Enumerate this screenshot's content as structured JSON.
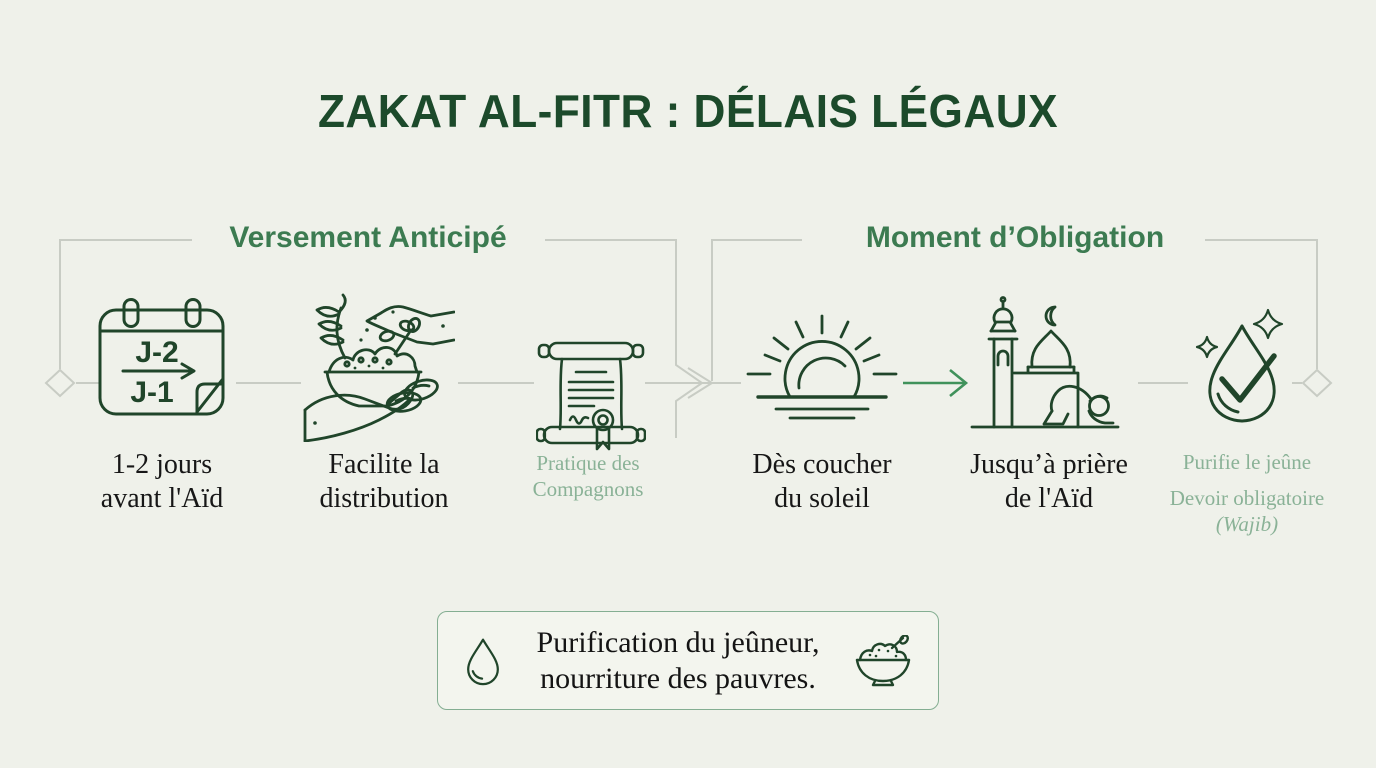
{
  "page": {
    "title": "ZAKAT AL-FITR : DÉLAIS LÉGAUX"
  },
  "colors": {
    "background": "#eff1ea",
    "title_green": "#1c4a2b",
    "header_green": "#3c7b51",
    "muted_green": "#8ab297",
    "text_dark": "#171717",
    "icon_green": "#20452a",
    "connector_gray": "#c8ccc4",
    "arrow_green": "#40925b"
  },
  "sections": {
    "left": {
      "label": "Versement Anticipé"
    },
    "right": {
      "label": "Moment d’Obligation"
    }
  },
  "steps": [
    {
      "icon": "calendar-icon",
      "badge_top": "J-2",
      "badge_bottom": "J-1",
      "caption": [
        "1-2 jours",
        "avant l'Aïd"
      ]
    },
    {
      "icon": "giving-hand-bowl-icon",
      "caption": [
        "Facilite la",
        "distribution"
      ]
    },
    {
      "icon": "scroll-icon",
      "caption": [
        "Pratique des",
        "Compagnons"
      ]
    },
    {
      "icon": "sunset-icon",
      "caption": [
        "Dès coucher",
        "du soleil"
      ]
    },
    {
      "icon": "mosque-prayer-icon",
      "caption": [
        "Jusqu’à prière",
        "de l'Aïd"
      ]
    },
    {
      "icon": "drop-check-icon",
      "caption": [
        "Purifie le jeûne"
      ],
      "sub_caption": [
        "Devoir obligatoire",
        "(Wajib)"
      ]
    }
  ],
  "footer": {
    "line1": "Purification du jeûneur,",
    "line2": "nourriture des pauvres.",
    "left_icon": "water-drop-icon",
    "right_icon": "rice-bowl-icon"
  }
}
